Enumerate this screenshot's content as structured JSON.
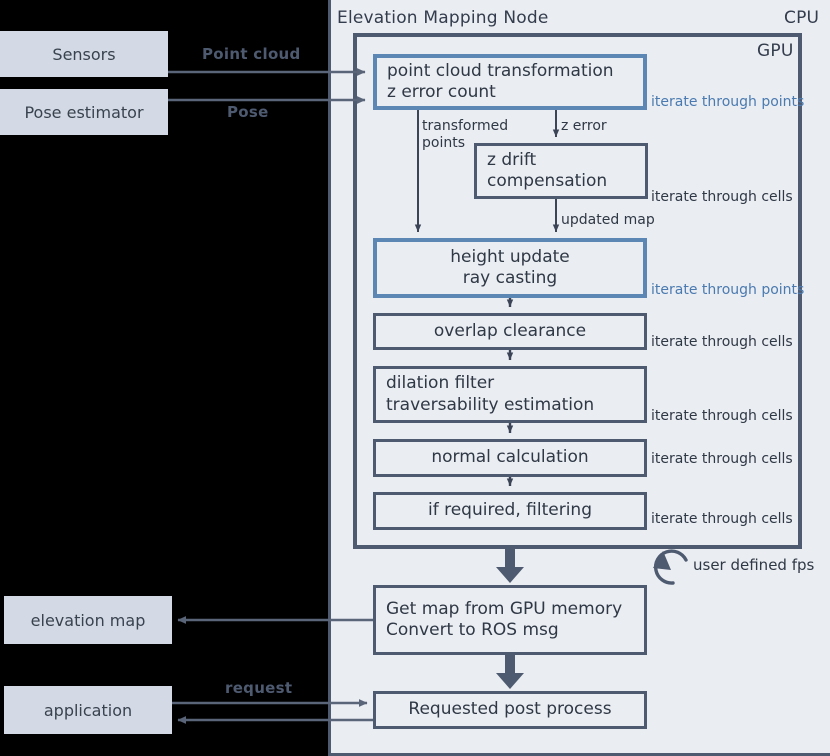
{
  "diagram": {
    "title": "Elevation Mapping Node",
    "cpu_tag": "CPU",
    "gpu_tag": "GPU"
  },
  "external_nodes": [
    {
      "id": "sensors",
      "label": "Sensors"
    },
    {
      "id": "pose",
      "label": "Pose estimator"
    },
    {
      "id": "elevmap",
      "label": "elevation map"
    },
    {
      "id": "application",
      "label": "application"
    }
  ],
  "edge_labels": {
    "point_cloud": "Point cloud",
    "pose": "Pose",
    "request": "request"
  },
  "process_boxes": [
    {
      "id": "point-cloud-transformation",
      "line1": "point cloud transformation",
      "line2": "z error count",
      "kind": "points"
    },
    {
      "id": "z-drift-compensation",
      "line1": "z drift",
      "line2": "compensation",
      "kind": "cells"
    },
    {
      "id": "height-update",
      "line1": "height update",
      "line2": "ray casting",
      "kind": "points"
    },
    {
      "id": "overlap-clearance",
      "line1": "overlap clearance",
      "line2": "",
      "kind": "cells"
    },
    {
      "id": "dilation-filter",
      "line1": "dilation filter",
      "line2": "traversability estimation",
      "kind": "cells"
    },
    {
      "id": "normal-calculation",
      "line1": "normal calculation",
      "line2": "",
      "kind": "cells"
    },
    {
      "id": "if-required-filtering",
      "line1": "if required, filtering",
      "line2": "",
      "kind": "cells"
    },
    {
      "id": "get-map-from-gpu",
      "line1": "Get map from GPU memory",
      "line2": "Convert to ROS msg",
      "kind": "cells"
    },
    {
      "id": "requested-post-process",
      "line1": "Requested post process",
      "line2": "",
      "kind": "cells"
    }
  ],
  "annotations": {
    "iterate_points": "iterate through points",
    "iterate_cells": "iterate through cells",
    "user_defined_fps": "user defined fps"
  },
  "flow_labels": {
    "transformed_points_l1": "transformed",
    "transformed_points_l2": "points",
    "z_error": "z error",
    "updated_map": "updated map"
  },
  "colors": {
    "panel_bg": "#eaedf2",
    "frame_stroke": "#4e5a70",
    "points_border": "#5c86b4",
    "points_text": "#4a7ab0",
    "external_fill": "#d3dae6",
    "text": "#2f3845",
    "background": "#000000"
  }
}
